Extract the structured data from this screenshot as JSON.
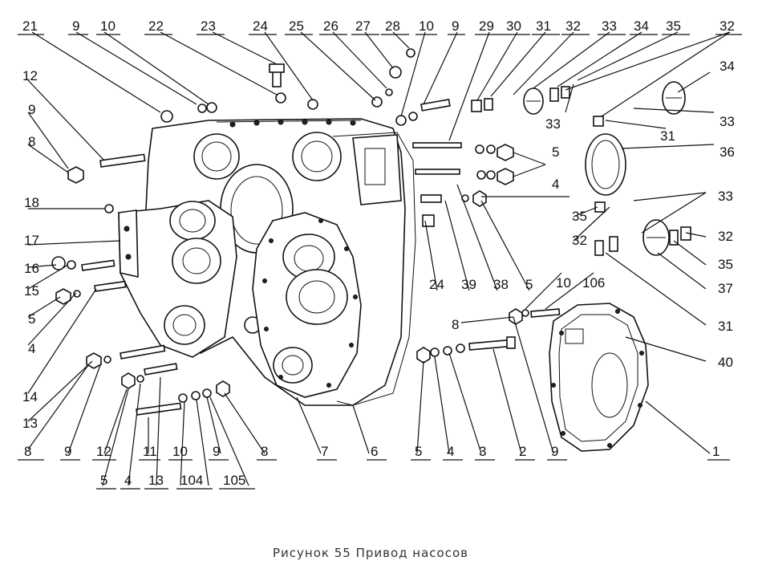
{
  "caption": "Рисунок 55 Привод насосов",
  "labels": {
    "l21": "21",
    "l9a": "9",
    "l10a": "10",
    "l22": "22",
    "l23": "23",
    "l24a": "24",
    "l25": "25",
    "l26": "26",
    "l27": "27",
    "l28": "28",
    "l10b": "10",
    "l9b": "9",
    "l29": "29",
    "l30": "30",
    "l31a": "31",
    "l32a": "32",
    "l33a": "33",
    "l34a": "34",
    "l35a": "35",
    "l32b": "32",
    "l34b": "34",
    "l33b": "33",
    "l33c": "33",
    "l31b": "31",
    "l36": "36",
    "l12a": "12",
    "l9c": "9",
    "l8a": "8",
    "l5a": "5",
    "l4a": "4",
    "l18": "18",
    "l17": "17",
    "l16": "16",
    "l15": "15",
    "l5b": "5",
    "l4b": "4",
    "l14": "14",
    "l13a": "13",
    "l8b": "8",
    "l24b": "24",
    "l39": "39",
    "l38": "38",
    "l5c": "5",
    "l10c": "10",
    "l106": "106",
    "l35b": "35",
    "l32c": "32",
    "l33d": "33",
    "l32d": "32",
    "l35c": "35",
    "l37": "37",
    "l31c": "31",
    "l40": "40",
    "l8c": "8",
    "l9d": "9",
    "l12b": "12",
    "l5d": "5",
    "l4c": "4",
    "l13b": "13",
    "l11": "11",
    "l10d": "10",
    "l104": "104",
    "l9e": "9",
    "l105": "105",
    "l8d": "8",
    "l7": "7",
    "l6": "6",
    "l5e": "5",
    "l4d": "4",
    "l3": "3",
    "l2": "2",
    "l9f": "9",
    "l1": "1"
  }
}
